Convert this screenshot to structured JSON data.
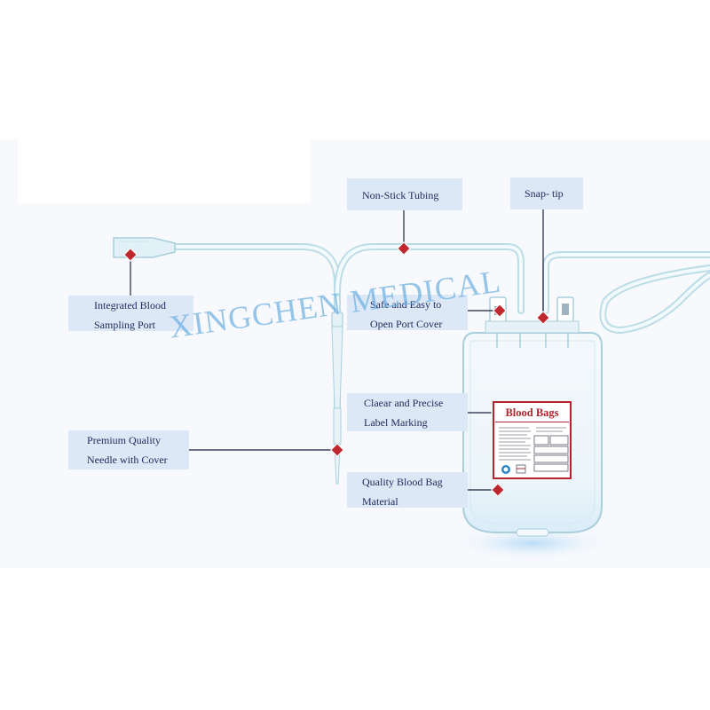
{
  "callouts": {
    "non_stick_tubing": "Non-Stick Tubing",
    "snap_tip": "Snap- tip",
    "sampling_port": [
      "Integrated Blood",
      "Sampling Port"
    ],
    "port_cover": [
      "Safe and Easy to",
      "Open Port Cover"
    ],
    "label_marking": [
      "Claear and Precise",
      "Label Marking"
    ],
    "needle_cover": [
      "Premium Quality",
      "Needle with Cover"
    ],
    "bag_material": [
      "Quality Blood Bag",
      "Material"
    ]
  },
  "watermark": "XINGCHEN MEDICAL",
  "bag_label": {
    "title": "Blood Bags"
  },
  "colors": {
    "callout_bg": "#dde8f7",
    "callout_text": "#1e2a5a",
    "marker": "#c0282f",
    "label_red": "#b3242c",
    "tubing": "#bcdde6",
    "watermark": "#6eafe1"
  }
}
